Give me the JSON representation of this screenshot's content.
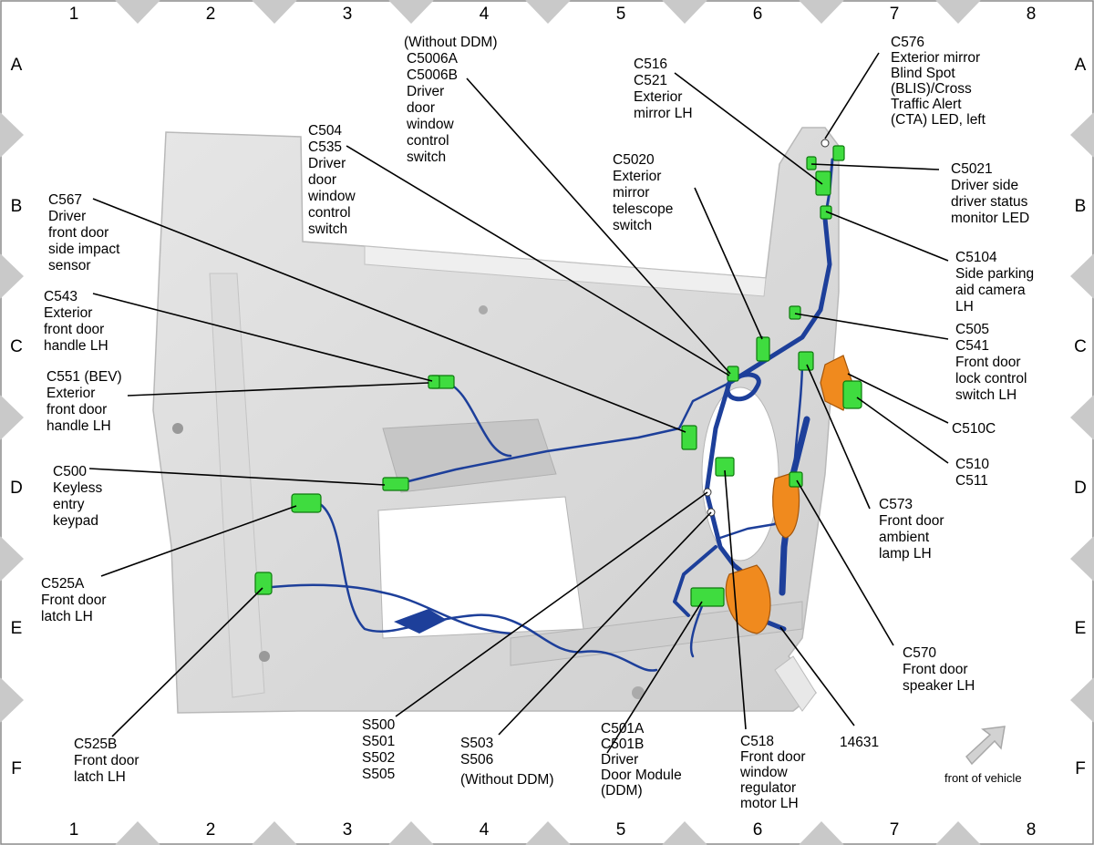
{
  "grid": {
    "columns": [
      "1",
      "2",
      "3",
      "4",
      "5",
      "6",
      "7",
      "8"
    ],
    "rows": [
      "A",
      "B",
      "C",
      "D",
      "E",
      "F"
    ]
  },
  "labels": {
    "c5006": [
      "(Without DDM)",
      "C5006A",
      "C5006B",
      "Driver",
      "door",
      "window",
      "control",
      "switch"
    ],
    "c516": [
      "C516",
      "C521",
      "Exterior",
      "mirror LH"
    ],
    "c576": [
      "C576",
      "Exterior mirror",
      "Blind Spot",
      "(BLIS)/Cross",
      "Traffic Alert",
      "(CTA) LED, left"
    ],
    "c504": [
      "C504",
      "C535",
      "Driver",
      "door",
      "window",
      "control",
      "switch"
    ],
    "c5020": [
      "C5020",
      "Exterior",
      "mirror",
      "telescope",
      "switch"
    ],
    "c5021": [
      "C5021",
      "Driver side",
      "driver status",
      "monitor LED"
    ],
    "c567": [
      "C567",
      "Driver",
      "front door",
      "side impact",
      "sensor"
    ],
    "c5104": [
      "C5104",
      "Side parking",
      "aid camera",
      "LH"
    ],
    "c543": [
      "C543",
      "Exterior",
      "front door",
      "handle LH"
    ],
    "c505": [
      "C505",
      "C541",
      "Front door",
      "lock control",
      "switch LH"
    ],
    "c551": [
      "C551 (BEV)",
      "Exterior",
      "front door",
      "handle LH"
    ],
    "c510c": [
      "C510C"
    ],
    "c510": [
      "C510",
      "C511"
    ],
    "c500": [
      "C500",
      "Keyless",
      "entry",
      "keypad"
    ],
    "c573": [
      "C573",
      "Front door",
      "ambient",
      "lamp LH"
    ],
    "c525a": [
      "C525A",
      "Front door",
      "latch LH"
    ],
    "c570": [
      "C570",
      "Front door",
      "speaker LH"
    ],
    "c525b": [
      "C525B",
      "Front door",
      "latch LH"
    ],
    "s500": [
      "S500",
      "S501",
      "S502",
      "S505"
    ],
    "s503": [
      "S503",
      "S506",
      "(Without DDM)"
    ],
    "c501": [
      "C501A",
      "C501B",
      "Driver",
      "Door Module",
      "(DDM)"
    ],
    "c518": [
      "C518",
      "Front door",
      "window",
      "regulator",
      "motor LH"
    ],
    "n14631": [
      "14631"
    ]
  },
  "front_of_vehicle": "front of vehicle",
  "colors": {
    "connector": "#3fdc3f",
    "harness": "#1d3f9a",
    "speaker": "#f08a1e",
    "door_panel": "#d9d9d9"
  }
}
